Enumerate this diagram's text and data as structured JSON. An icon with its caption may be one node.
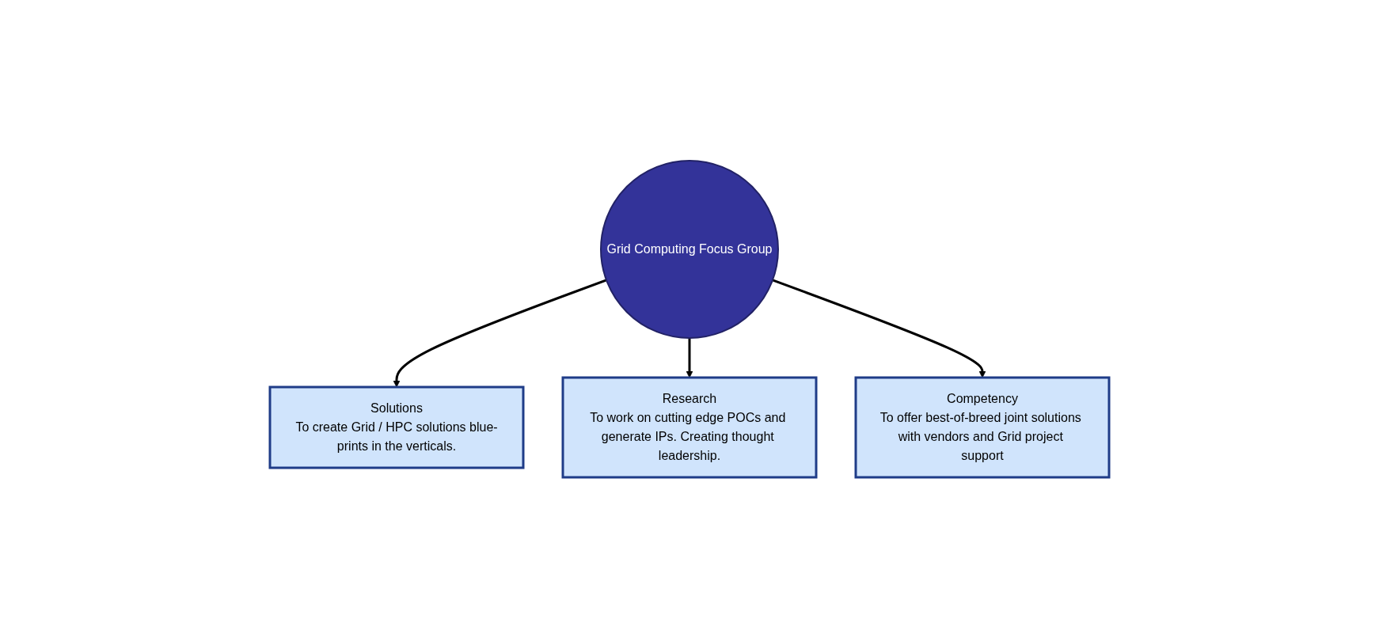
{
  "diagram": {
    "nodes": [
      {
        "text": [
          "Grid Computing Focus Group"
        ]
      },
      {
        "text": [
          "Solutions",
          "To create Grid / HPC solutions blue-prints in the verticals."
        ]
      },
      {
        "text": [
          "Research",
          "To work on cutting edge POCs and generate IPs. Creating thought leadership."
        ]
      },
      {
        "text": [
          "Competency",
          "To offer best-of-breed joint solutions with vendors and Grid project support"
        ]
      }
    ],
    "edges": [
      {
        "from": 0,
        "to": 1,
        "arrow": "to"
      },
      {
        "from": 0,
        "to": 2,
        "arrow": "to"
      },
      {
        "from": 0,
        "to": 3,
        "arrow": "to"
      }
    ]
  }
}
